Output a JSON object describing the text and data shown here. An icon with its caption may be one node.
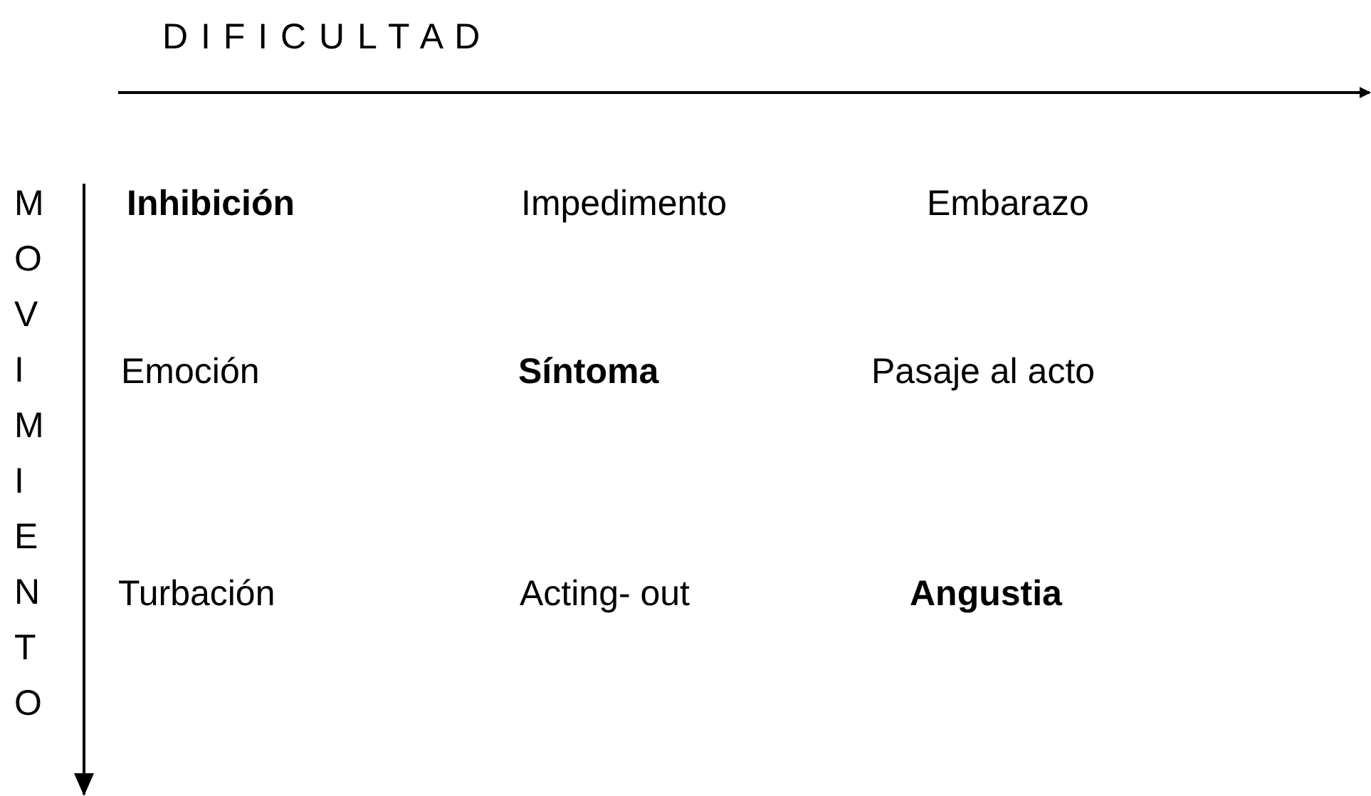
{
  "diagram": {
    "labels": [
      "D I F I C U L T A D",
      "MOVIMIENTO",
      "Inhibición",
      "Impedimento",
      "Embarazo",
      "Emoción",
      "Síntoma",
      "Pasaje al acto",
      "Turbación",
      "Acting- out",
      "Angustia"
    ]
  }
}
